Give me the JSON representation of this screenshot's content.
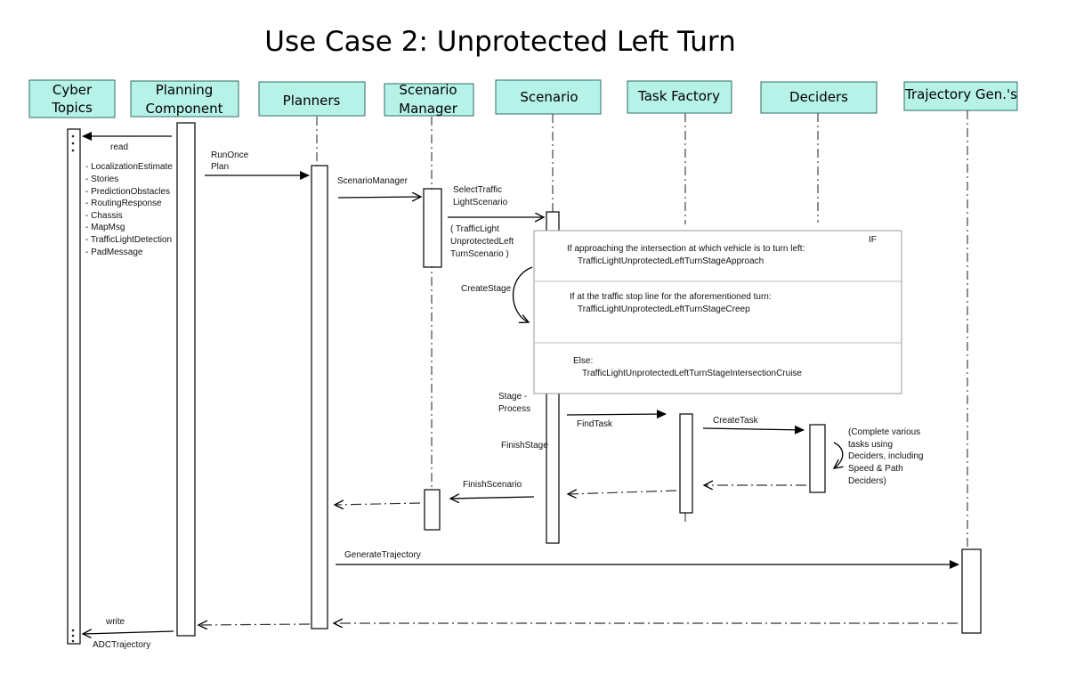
{
  "title": "Use Case 2: Unprotected Left Turn",
  "participants": [
    {
      "id": "cyber",
      "lines": [
        "Cyber",
        "Topics"
      ]
    },
    {
      "id": "planning",
      "lines": [
        "Planning",
        "Component"
      ]
    },
    {
      "id": "planners",
      "lines": [
        "Planners"
      ]
    },
    {
      "id": "scenario_manager",
      "lines": [
        "Scenario",
        "Manager"
      ]
    },
    {
      "id": "scenario",
      "lines": [
        "Scenario"
      ]
    },
    {
      "id": "task_factory",
      "lines": [
        "Task Factory"
      ]
    },
    {
      "id": "deciders",
      "lines": [
        "Deciders"
      ]
    },
    {
      "id": "trajectory_gen",
      "lines": [
        "Trajectory Gen.'s"
      ]
    }
  ],
  "topics": [
    "- LocalizationEstimate",
    "- Stories",
    "- PredictionObstacles",
    "- RoutingResponse",
    "- Chassis",
    "- MapMsg",
    "- TrafficLightDetection",
    "- PadMessage"
  ],
  "messages": {
    "read": "read",
    "runonce": [
      "RunOnce",
      "Plan"
    ],
    "scenario_manager_call": "ScenarioManager",
    "select_traffic": [
      "SelectTraffic",
      "LightScenario"
    ],
    "traffic_light_scenario": [
      "( TrafficLight",
      "UnprotectedLeft",
      "TurnScenario )"
    ],
    "create_stage": "CreateStage",
    "stage_process": [
      "Stage -",
      "Process"
    ],
    "find_task": "FindTask",
    "create_task": "CreateTask",
    "finish_stage": "FinishStage",
    "finish_scenario": "FinishScenario",
    "generate_trajectory": "GenerateTrajectory",
    "write": "write",
    "adc_trajectory": "ADCTrajectory",
    "deciders_note": [
      "(Complete various",
      "tasks using",
      "Deciders, including",
      "Speed & Path",
      "Deciders)"
    ]
  },
  "alt_fragment": {
    "tag": "IF",
    "conditions": [
      {
        "condition": "If approaching the intersection at which vehicle is to turn left:",
        "stage": "TrafficLightUnprotectedLeftTurnStageApproach"
      },
      {
        "condition": "If at the traffic stop line for the aforementioned turn:",
        "stage": "TrafficLightUnprotectedLeftTurnStageCreep"
      },
      {
        "condition": "Else:",
        "stage": "TrafficLightUnprotectedLeftTurnStageIntersectionCruise"
      }
    ]
  }
}
